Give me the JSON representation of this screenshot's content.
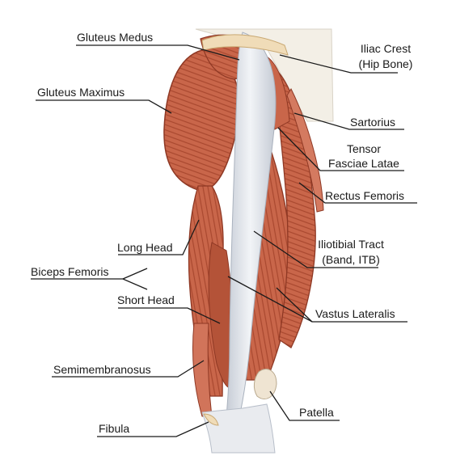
{
  "colors": {
    "muscle": "#c9664a",
    "muscle_dark": "#9e3f2b",
    "muscle_light": "#e59a7e",
    "tendon": "#e6e9ee",
    "tendon_shadow": "#b9c0cb",
    "line": "#1a1a1a",
    "skin": "#f3efe6"
  },
  "labels": {
    "gluteus_medius": "Gluteus Medus",
    "gluteus_maximus": "Gluteus Maximus",
    "iliac_crest_1": "Iliac Crest",
    "iliac_crest_2": "(Hip Bone)",
    "sartorius": "Sartorius",
    "tensor_1": "Tensor",
    "tensor_2": "Fasciae Latae",
    "rectus_femoris": "Rectus Femoris",
    "long_head": "Long Head",
    "biceps_femoris": "Biceps Femoris",
    "short_head": "Short Head",
    "itb_1": "Iliotibial Tract",
    "itb_2": "(Band, ITB)",
    "vastus_lateralis": "Vastus Lateralis",
    "semimembranosus": "Semimembranosus",
    "patella": "Patella",
    "fibula": "Fibula"
  }
}
